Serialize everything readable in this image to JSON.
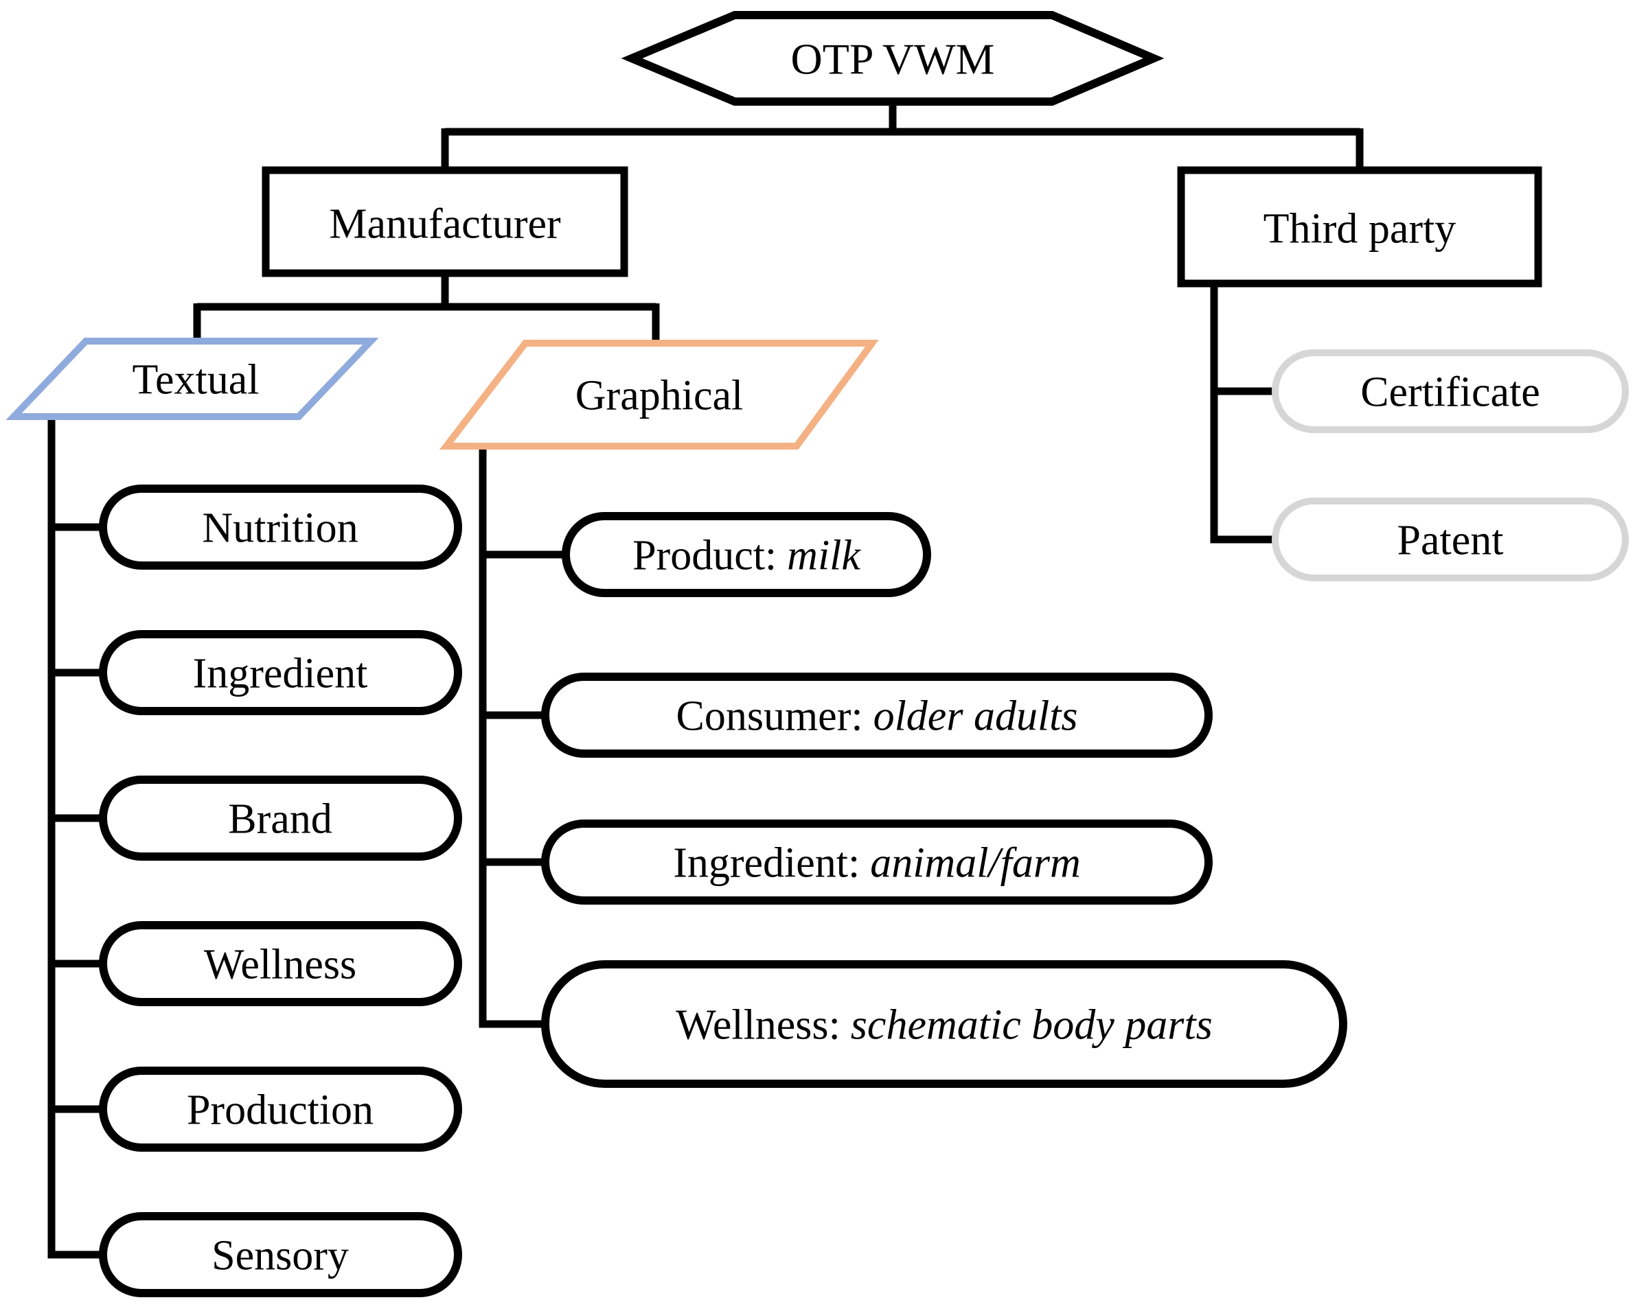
{
  "colors": {
    "background": "#FFFFFF",
    "connector": "#000000",
    "node_border": "#000000",
    "textual_border": "#8FAADC",
    "graphical_border": "#F4B183",
    "third_party_child_border": "#D6D6D6"
  },
  "nodes": {
    "root": {
      "label": "OTP VWM",
      "shape": "hexagon"
    },
    "manufacturer": {
      "label": "Manufacturer",
      "shape": "rectangle"
    },
    "third_party": {
      "label": "Third party",
      "shape": "rectangle"
    },
    "textual": {
      "label": "Textual",
      "shape": "parallelogram"
    },
    "graphical": {
      "label": "Graphical",
      "shape": "parallelogram"
    }
  },
  "textual_children": [
    {
      "label": "Nutrition"
    },
    {
      "label": "Ingredient"
    },
    {
      "label": "Brand"
    },
    {
      "label": "Wellness"
    },
    {
      "label": "Production"
    },
    {
      "label": "Sensory"
    }
  ],
  "graphical_children": [
    {
      "label": "Product:",
      "value": "milk"
    },
    {
      "label": "Consumer:",
      "value": "older adults"
    },
    {
      "label": "Ingredient:",
      "value": "animal/farm"
    },
    {
      "label": "Wellness:",
      "value": "schematic body parts"
    }
  ],
  "third_party_children": [
    {
      "label": "Certificate"
    },
    {
      "label": "Patent"
    }
  ]
}
